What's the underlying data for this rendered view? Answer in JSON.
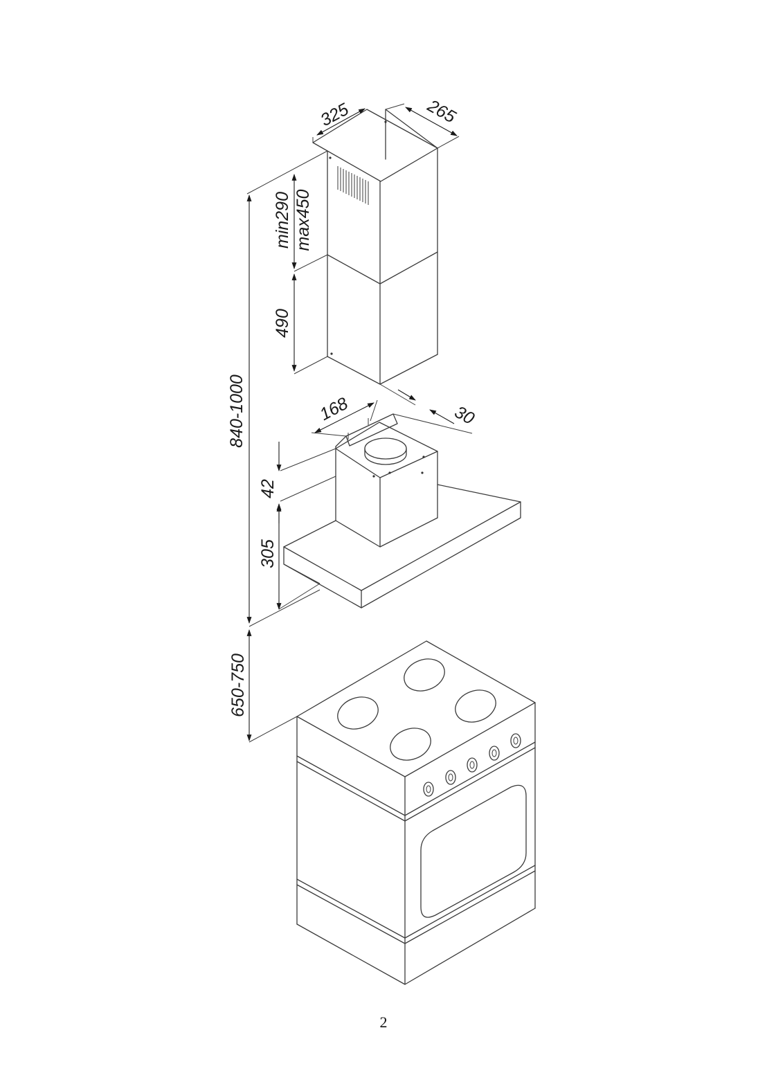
{
  "dimensions": {
    "chimney_width": "325",
    "chimney_depth": "265",
    "upper_chimney_min": "min290",
    "upper_chimney_max": "max450",
    "lower_chimney": "490",
    "overall_height": "840-1000",
    "bracket_width": "168",
    "wall_gap": "30",
    "flange_height": "42",
    "hood_height": "305",
    "cooktop_clearance": "650-750"
  },
  "page_number": "2",
  "colors": {
    "line": "#3a3a3a",
    "text": "#1a1a1a",
    "background": "#ffffff"
  }
}
